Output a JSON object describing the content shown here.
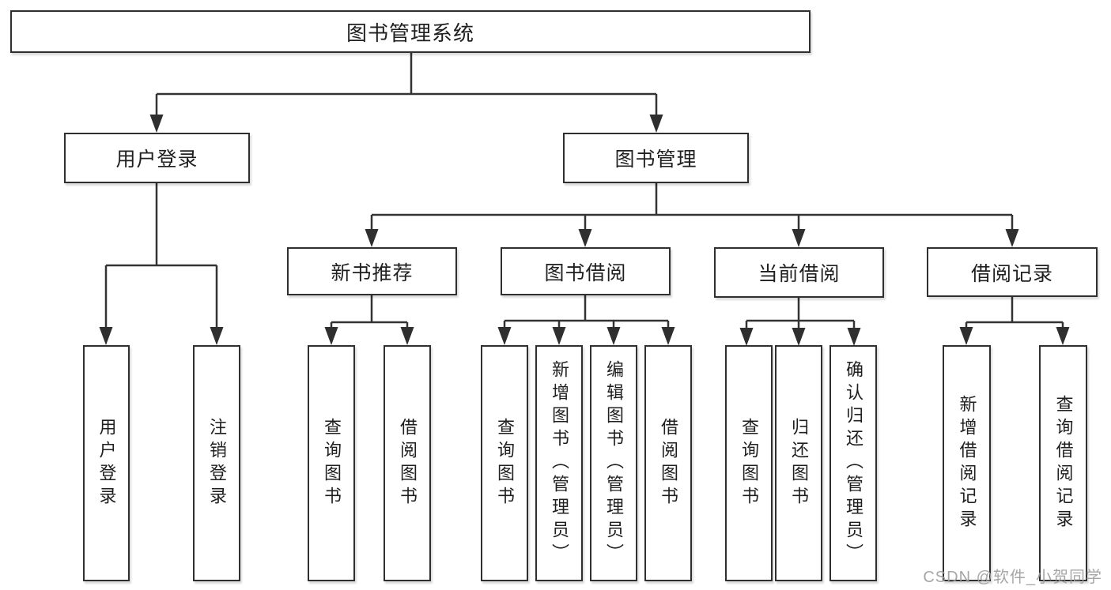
{
  "diagram_title": "图书管理系统",
  "watermark": "CSDN @软件_小贺同学",
  "colors": {
    "background": "#ffffff",
    "line": "#333333",
    "box_border": "#2f2f2f",
    "text": "#1f1f1f",
    "watermark": "#9e9e9e"
  },
  "nodes": {
    "root": {
      "label": "图书管理系统"
    },
    "login": {
      "label": "用户登录"
    },
    "mgmt": {
      "label": "图书管理"
    },
    "new_rec": {
      "label": "新书推荐"
    },
    "borrow": {
      "label": "图书借阅"
    },
    "current": {
      "label": "当前借阅"
    },
    "records": {
      "label": "借阅记录"
    },
    "user_login": {
      "label": "用户登录"
    },
    "logout": {
      "label": "注销登录"
    },
    "nr_query": {
      "label": "查询图书"
    },
    "nr_borrow": {
      "label": "借阅图书"
    },
    "bw_query": {
      "label": "查询图书"
    },
    "bw_add": {
      "label": "新增图书（管理员）"
    },
    "bw_edit": {
      "label": "编辑图书（管理员）"
    },
    "bw_borrow": {
      "label": "借阅图书"
    },
    "cu_query": {
      "label": "查询图书"
    },
    "cu_return": {
      "label": "归还图书"
    },
    "cu_confirm": {
      "label": "确认归还（管理员）"
    },
    "rc_add": {
      "label": "新增借阅记录"
    },
    "rc_query": {
      "label": "查询借阅记录"
    }
  },
  "hierarchy": {
    "root": [
      "login",
      "mgmt"
    ],
    "login": [
      "user_login",
      "logout"
    ],
    "mgmt": [
      "new_rec",
      "borrow",
      "current",
      "records"
    ],
    "new_rec": [
      "nr_query",
      "nr_borrow"
    ],
    "borrow": [
      "bw_query",
      "bw_add",
      "bw_edit",
      "bw_borrow"
    ],
    "current": [
      "cu_query",
      "cu_return",
      "cu_confirm"
    ],
    "records": [
      "rc_add",
      "rc_query"
    ]
  }
}
